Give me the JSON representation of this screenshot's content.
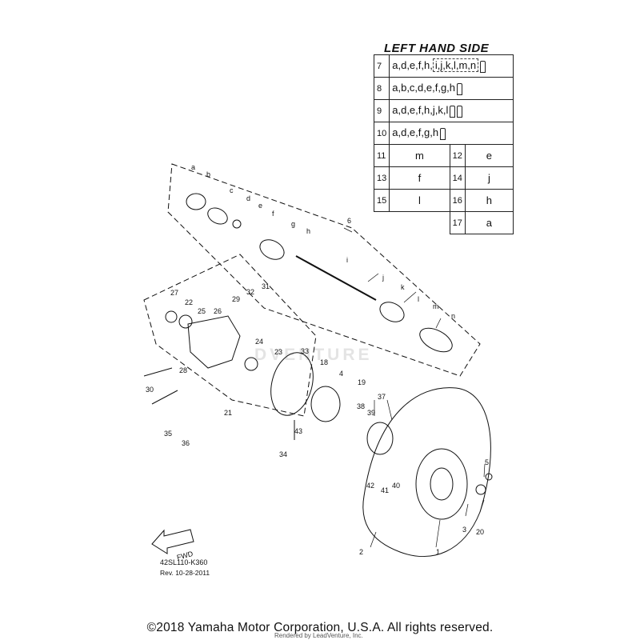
{
  "table": {
    "title": "LEFT HAND SIDE",
    "kit_rows": [
      {
        "num": "7",
        "parts": "a,d,e,f,h",
        "boxed": "i,j,k,l,m,n",
        "plugs": 1
      },
      {
        "num": "8",
        "parts": "a,b,c,d,e,f,g,h",
        "boxed": "",
        "plugs": 1
      },
      {
        "num": "9",
        "parts": "a,d,e,f,h,j,k,l",
        "boxed": "",
        "plugs": 2
      },
      {
        "num": "10",
        "parts": "a,d,e,f,g,h",
        "boxed": "",
        "plugs": 1
      }
    ],
    "pair_rows": [
      {
        "n1": "11",
        "v1": "m",
        "n2": "12",
        "v2": "e"
      },
      {
        "n1": "13",
        "v1": "f",
        "n2": "14",
        "v2": "j"
      },
      {
        "n1": "15",
        "v1": "l",
        "n2": "16",
        "v2": "h"
      },
      {
        "n1": "",
        "v1": "",
        "n2": "17",
        "v2": "a"
      }
    ]
  },
  "callouts": {
    "letters": [
      "a",
      "b",
      "c",
      "d",
      "e",
      "f",
      "g",
      "h",
      "i",
      "j",
      "k",
      "l",
      "m",
      "n"
    ],
    "numbers": [
      "1",
      "2",
      "3",
      "4",
      "5",
      "6",
      "18",
      "19",
      "20",
      "21",
      "22",
      "23",
      "24",
      "25",
      "26",
      "27",
      "28",
      "29",
      "30",
      "31",
      "32",
      "33",
      "34",
      "35",
      "36",
      "37",
      "38",
      "39",
      "40",
      "41",
      "42",
      "43"
    ]
  },
  "fwd_label": "FWD",
  "diagram_code": "42SL110-K360",
  "revision": "Rev.  10-28-2011",
  "copyright": "©2018 Yamaha Motor Corporation, U.S.A. All rights reserved.",
  "credit": "Rendered by LeadVenture, Inc.",
  "watermark": "DVENTURE",
  "colors": {
    "ink": "#111111",
    "background": "#ffffff",
    "watermark": "#e4e4e4"
  }
}
